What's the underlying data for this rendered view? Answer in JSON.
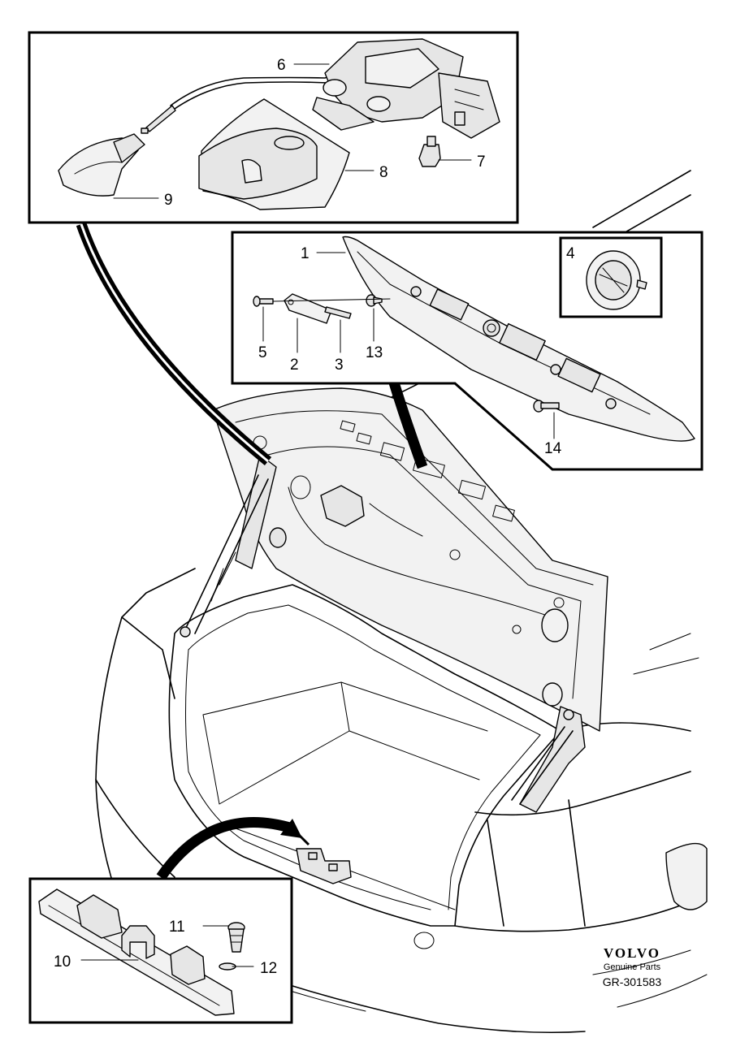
{
  "callouts": {
    "c1": "1",
    "c2": "2",
    "c3": "3",
    "c4": "4",
    "c5": "5",
    "c6": "6",
    "c7": "7",
    "c8": "8",
    "c9": "9",
    "c10": "10",
    "c11": "11",
    "c12": "12",
    "c13": "13",
    "c14": "14"
  },
  "footer": {
    "brand": "VOLVO",
    "subtitle": "Genuine Parts",
    "diagram_code": "GR-301583"
  }
}
